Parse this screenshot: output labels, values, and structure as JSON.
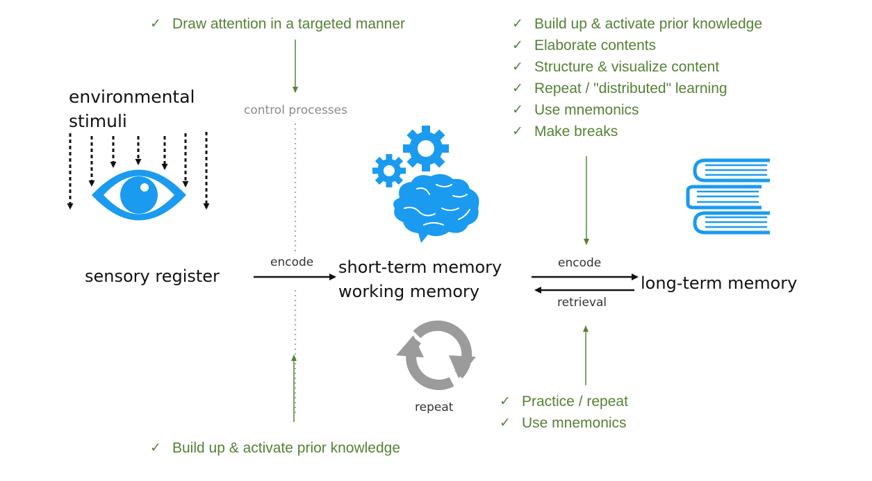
{
  "colors": {
    "tip_green": "#548235",
    "icon_blue": "#1a9bf0",
    "repeat_gray": "#9b9b9b",
    "text_black": "#111111",
    "control_gray": "#8a8a8a"
  },
  "top_left_tips": {
    "check_icon": "check-icon",
    "items": [
      "Draw attention in a targeted manner"
    ]
  },
  "top_right_tips": {
    "check_icon": "check-icon",
    "items": [
      "Build up & activate prior knowledge",
      "Elaborate contents",
      "Structure & visualize content",
      "Repeat / \"distributed\" learning",
      "Use mnemonics",
      "Make breaks"
    ]
  },
  "bottom_left_tips": {
    "check_icon": "check-icon",
    "items": [
      "Build up & activate prior knowledge"
    ]
  },
  "bottom_right_tips": {
    "check_icon": "check-icon",
    "items": [
      "Practice / repeat",
      "Use mnemonics"
    ]
  },
  "stimuli": {
    "label_line1": "environmental",
    "label_line2": "stimuli",
    "icon": "eye-icon"
  },
  "control_processes": {
    "label": "control processes"
  },
  "stages": {
    "sensory": "sensory register",
    "short_term_line1": "short-term memory",
    "short_term_line2": "working memory",
    "long_term": "long-term memory"
  },
  "arrows": {
    "encode_1": "encode",
    "encode_2": "encode",
    "retrieval": "retrieval",
    "repeat": "repeat"
  },
  "icons": {
    "brain": "brain-gears-icon",
    "books": "books-icon",
    "cycle": "repeat-cycle-icon"
  }
}
